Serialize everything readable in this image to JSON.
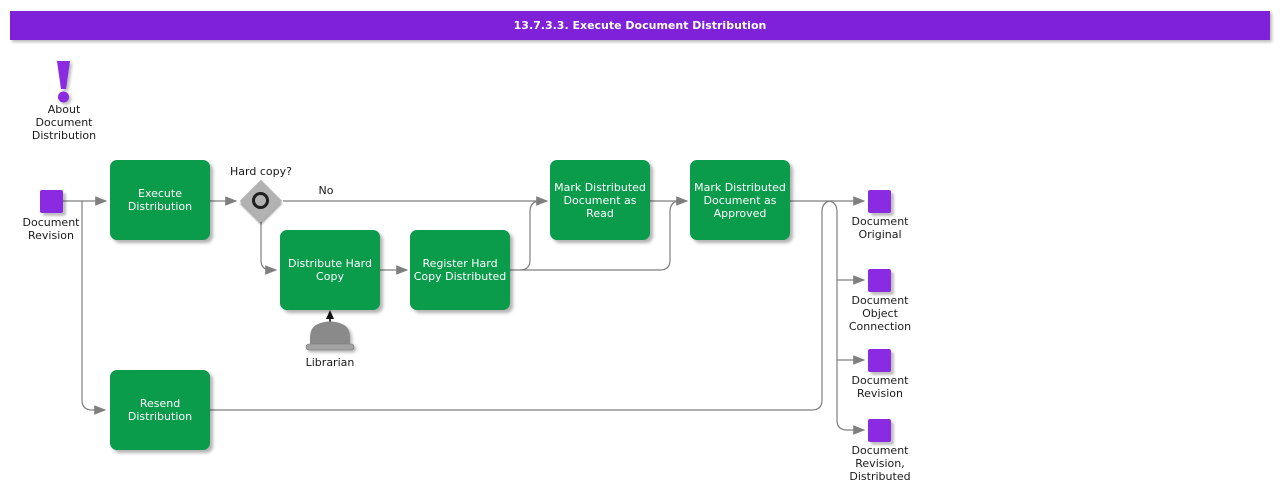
{
  "title": "13.7.3.3. Execute Document Distribution",
  "about": {
    "label": "About Document Distribution"
  },
  "input": {
    "label": "Document Revision"
  },
  "activities": {
    "execute": {
      "label": "Execute Distribution"
    },
    "distribute": {
      "label": "Distribute Hard Copy"
    },
    "register": {
      "label": "Register Hard Copy Distributed"
    },
    "mark_read": {
      "label": "Mark Distributed Document as Read"
    },
    "mark_approved": {
      "label": "Mark Distributed Document as Approved"
    },
    "resend": {
      "label": "Resend Distribution"
    }
  },
  "decision": {
    "question": "Hard copy?",
    "no_label": "No"
  },
  "actor": {
    "label": "Librarian"
  },
  "outputs": [
    {
      "label": "Document Original"
    },
    {
      "label": "Document Object Connection"
    },
    {
      "label": "Document Revision"
    },
    {
      "label": "Document Revision, Distributed"
    }
  ],
  "colors": {
    "bar": "#7f21d8",
    "purple": "#8a2be2",
    "green": "#0a9b4b",
    "line": "#7f7f7f",
    "ink": "#1a1a1a"
  }
}
